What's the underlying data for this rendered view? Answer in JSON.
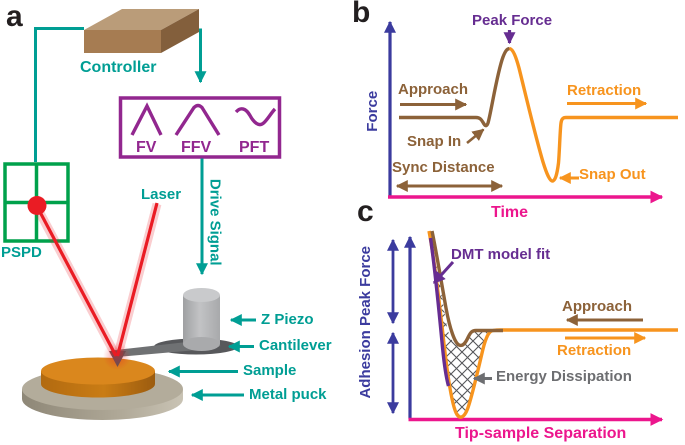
{
  "figure": {
    "panel_a": {
      "label": "a",
      "controller_label": "Controller",
      "signal_box": {
        "fv": "FV",
        "ffv": "FFV",
        "pft": "PFT"
      },
      "drive_signal_label": "Drive Signal",
      "laser_label": "Laser",
      "pspd_label": "PSPD",
      "annotations": {
        "z_piezo": "Z Piezo",
        "cantilever": "Cantilever",
        "sample": "Sample",
        "metal_puck": "Metal puck"
      }
    },
    "panel_b": {
      "label": "b",
      "y_axis_label": "Force",
      "x_axis_label": "Time",
      "annotations": {
        "peak_force": "Peak Force",
        "approach": "Approach",
        "snap_in": "Snap In",
        "sync_distance": "Sync Distance",
        "retraction": "Retraction",
        "snap_out": "Snap Out"
      }
    },
    "panel_c": {
      "label": "c",
      "y_axis_label": "Adhesion Peak Force",
      "x_axis_label": "Tip-sample Separation",
      "annotations": {
        "dmt_model_fit": "DMT model fit",
        "approach": "Approach",
        "retraction": "Retraction",
        "energy_dissipation": "Energy Dissipation"
      }
    },
    "colors": {
      "teal": "#009E94",
      "green": "#00A14B",
      "purple_box": "#92278F",
      "violet": "#662D91",
      "axis_blue": "#3B3B9E",
      "axis_pink": "#EC168D",
      "brown": "#8C6239",
      "orange": "#F7941E",
      "laser_red": "#EA1C24",
      "gray": "#6D6E71"
    }
  }
}
